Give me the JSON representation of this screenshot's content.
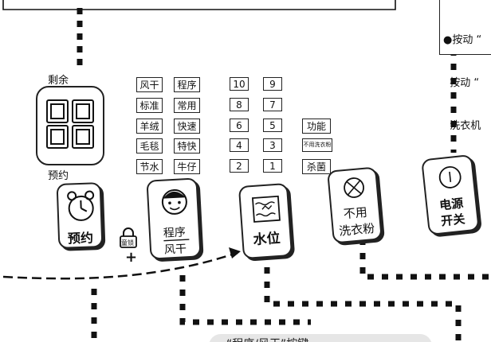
{
  "display": {
    "top_label": "剩余",
    "bottom_label": "预约",
    "digits": "88"
  },
  "program_labels": [
    [
      "风干",
      "程序"
    ],
    [
      "标准",
      "常用"
    ],
    [
      "羊绒",
      "快速"
    ],
    [
      "毛毯",
      "特快"
    ],
    [
      "节水",
      "牛仔"
    ]
  ],
  "number_labels": [
    [
      "10",
      "9"
    ],
    [
      "8",
      "7"
    ],
    [
      "6",
      "5"
    ],
    [
      "4",
      "3"
    ],
    [
      "2",
      "1"
    ]
  ],
  "side_labels": {
    "function": "功能",
    "no_detergent": "不用洗衣粉",
    "sterilize": "杀菌"
  },
  "buttons": {
    "delay": "预约",
    "program_line1": "程序",
    "program_line2": "风干",
    "water_level": "水位",
    "no_detergent_line1": "不用",
    "no_detergent_line2": "洗衣粉",
    "power_line1": "电源",
    "power_line2": "开关"
  },
  "child_lock": "童锁",
  "note_lines": [
    "●按动 “",
    "  按动 “",
    "  洗衣机"
  ],
  "bottom_caption": "“程序/风干”按键"
}
